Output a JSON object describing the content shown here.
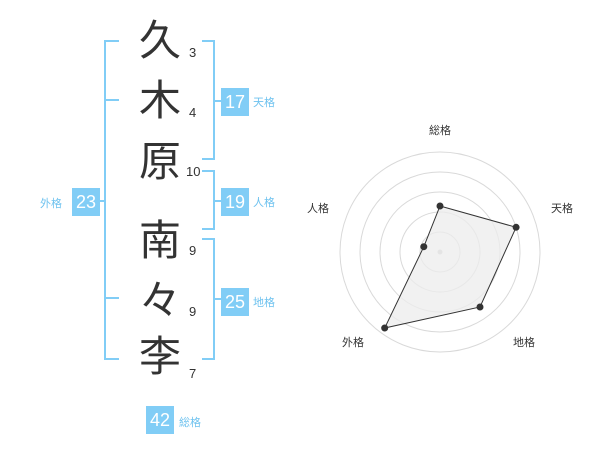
{
  "name": {
    "characters": [
      {
        "char": "久",
        "strokes": "3"
      },
      {
        "char": "木",
        "strokes": "4"
      },
      {
        "char": "原",
        "strokes": "10"
      },
      {
        "char": "南",
        "strokes": "9"
      },
      {
        "char": "々",
        "strokes": "9"
      },
      {
        "char": "李",
        "strokes": "7"
      }
    ]
  },
  "fortune": {
    "tenkaku": {
      "value": "17",
      "label": "天格"
    },
    "jinkaku": {
      "value": "19",
      "label": "人格"
    },
    "chikaku": {
      "value": "25",
      "label": "地格"
    },
    "gaikaku": {
      "value": "23",
      "label": "外格"
    },
    "soukaku": {
      "value": "42",
      "label": "総格"
    }
  },
  "radar": {
    "labels": {
      "soukaku": "総格",
      "tenkaku": "天格",
      "chikaku": "地格",
      "gaikaku": "外格",
      "jinkaku": "人格"
    },
    "scores": {
      "soukaku": 2.3,
      "tenkaku": 4.0,
      "chikaku": 3.4,
      "gaikaku": 4.7,
      "jinkaku": 0.85
    },
    "max": 5,
    "rings": 5
  },
  "colors": {
    "accent": "#81cdf6",
    "accent_text": "#6ec2ef",
    "text": "#333333",
    "grid": "#d9d9d9",
    "fill": "#ececec",
    "line": "#333333"
  }
}
